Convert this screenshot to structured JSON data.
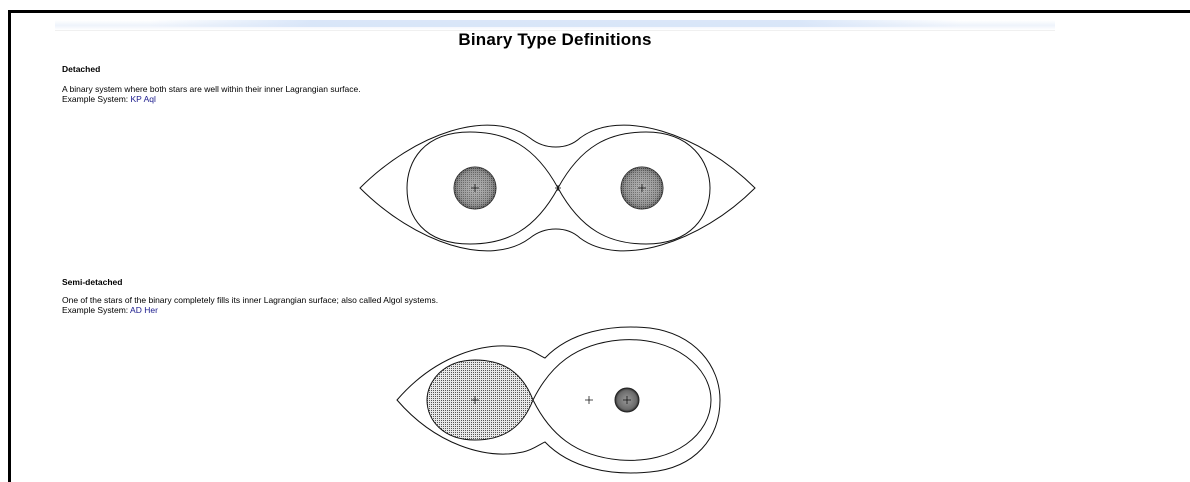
{
  "page": {
    "title": "Binary Type Definitions"
  },
  "sections": [
    {
      "id": "detached",
      "title": "Detached",
      "description": "A binary system where both stars are well within their inner Lagrangian surface.",
      "example_label": "Example System:",
      "example_system": "KP Aql"
    },
    {
      "id": "semi-detached",
      "title": "Semi-detached",
      "description": "One of the stars of the binary completely fills its inner Lagrangian surface; also called Algol systems.",
      "example_label": "Example System:",
      "example_system": "AD Her"
    }
  ],
  "colors": {
    "link": "#1a1a8c",
    "diagram_line": "#111111",
    "star_fill": "#8a8a8a"
  }
}
